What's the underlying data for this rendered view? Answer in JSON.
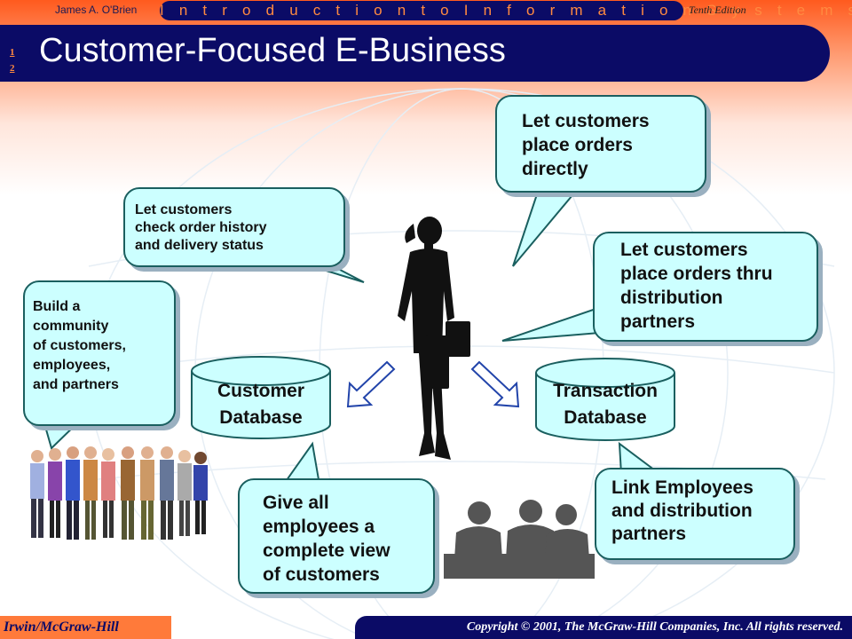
{
  "header": {
    "author": "James A. O'Brien",
    "series": "I n t r o d u c t i o n  t o  I n f o r m a t i o n  S y s t e m s",
    "edition": "Tenth Edition",
    "slide_number_top": "1",
    "slide_number_bottom": "2",
    "title": "Customer-Focused E-Business"
  },
  "bubbles": {
    "orders": [
      "Let customers",
      "place orders",
      "directly"
    ],
    "history": [
      "Let customers",
      "check order history",
      "and delivery status"
    ],
    "partners": [
      "Let customers",
      "place orders thru",
      "distribution",
      "partners"
    ],
    "community": [
      "Build a",
      "community",
      "of customers,",
      "employees,",
      "and partners"
    ],
    "employees": [
      "Give all",
      "employees a",
      "complete view",
      "of customers"
    ],
    "link": [
      "Link Employees",
      "and distribution",
      "partners"
    ]
  },
  "databases": {
    "customer": [
      "Customer",
      "Database"
    ],
    "transaction": [
      "Transaction",
      "Database"
    ]
  },
  "footer": {
    "publisher": "Irwin/McGraw-Hill",
    "copyright": "Copyright © 2001, The McGraw-Hill Companies, Inc. All rights reserved."
  },
  "colors": {
    "navy": "#0b0b66",
    "orange": "#ff7a3a",
    "bubble_fill": "#ccffff",
    "database_fill": "#ccffff"
  }
}
